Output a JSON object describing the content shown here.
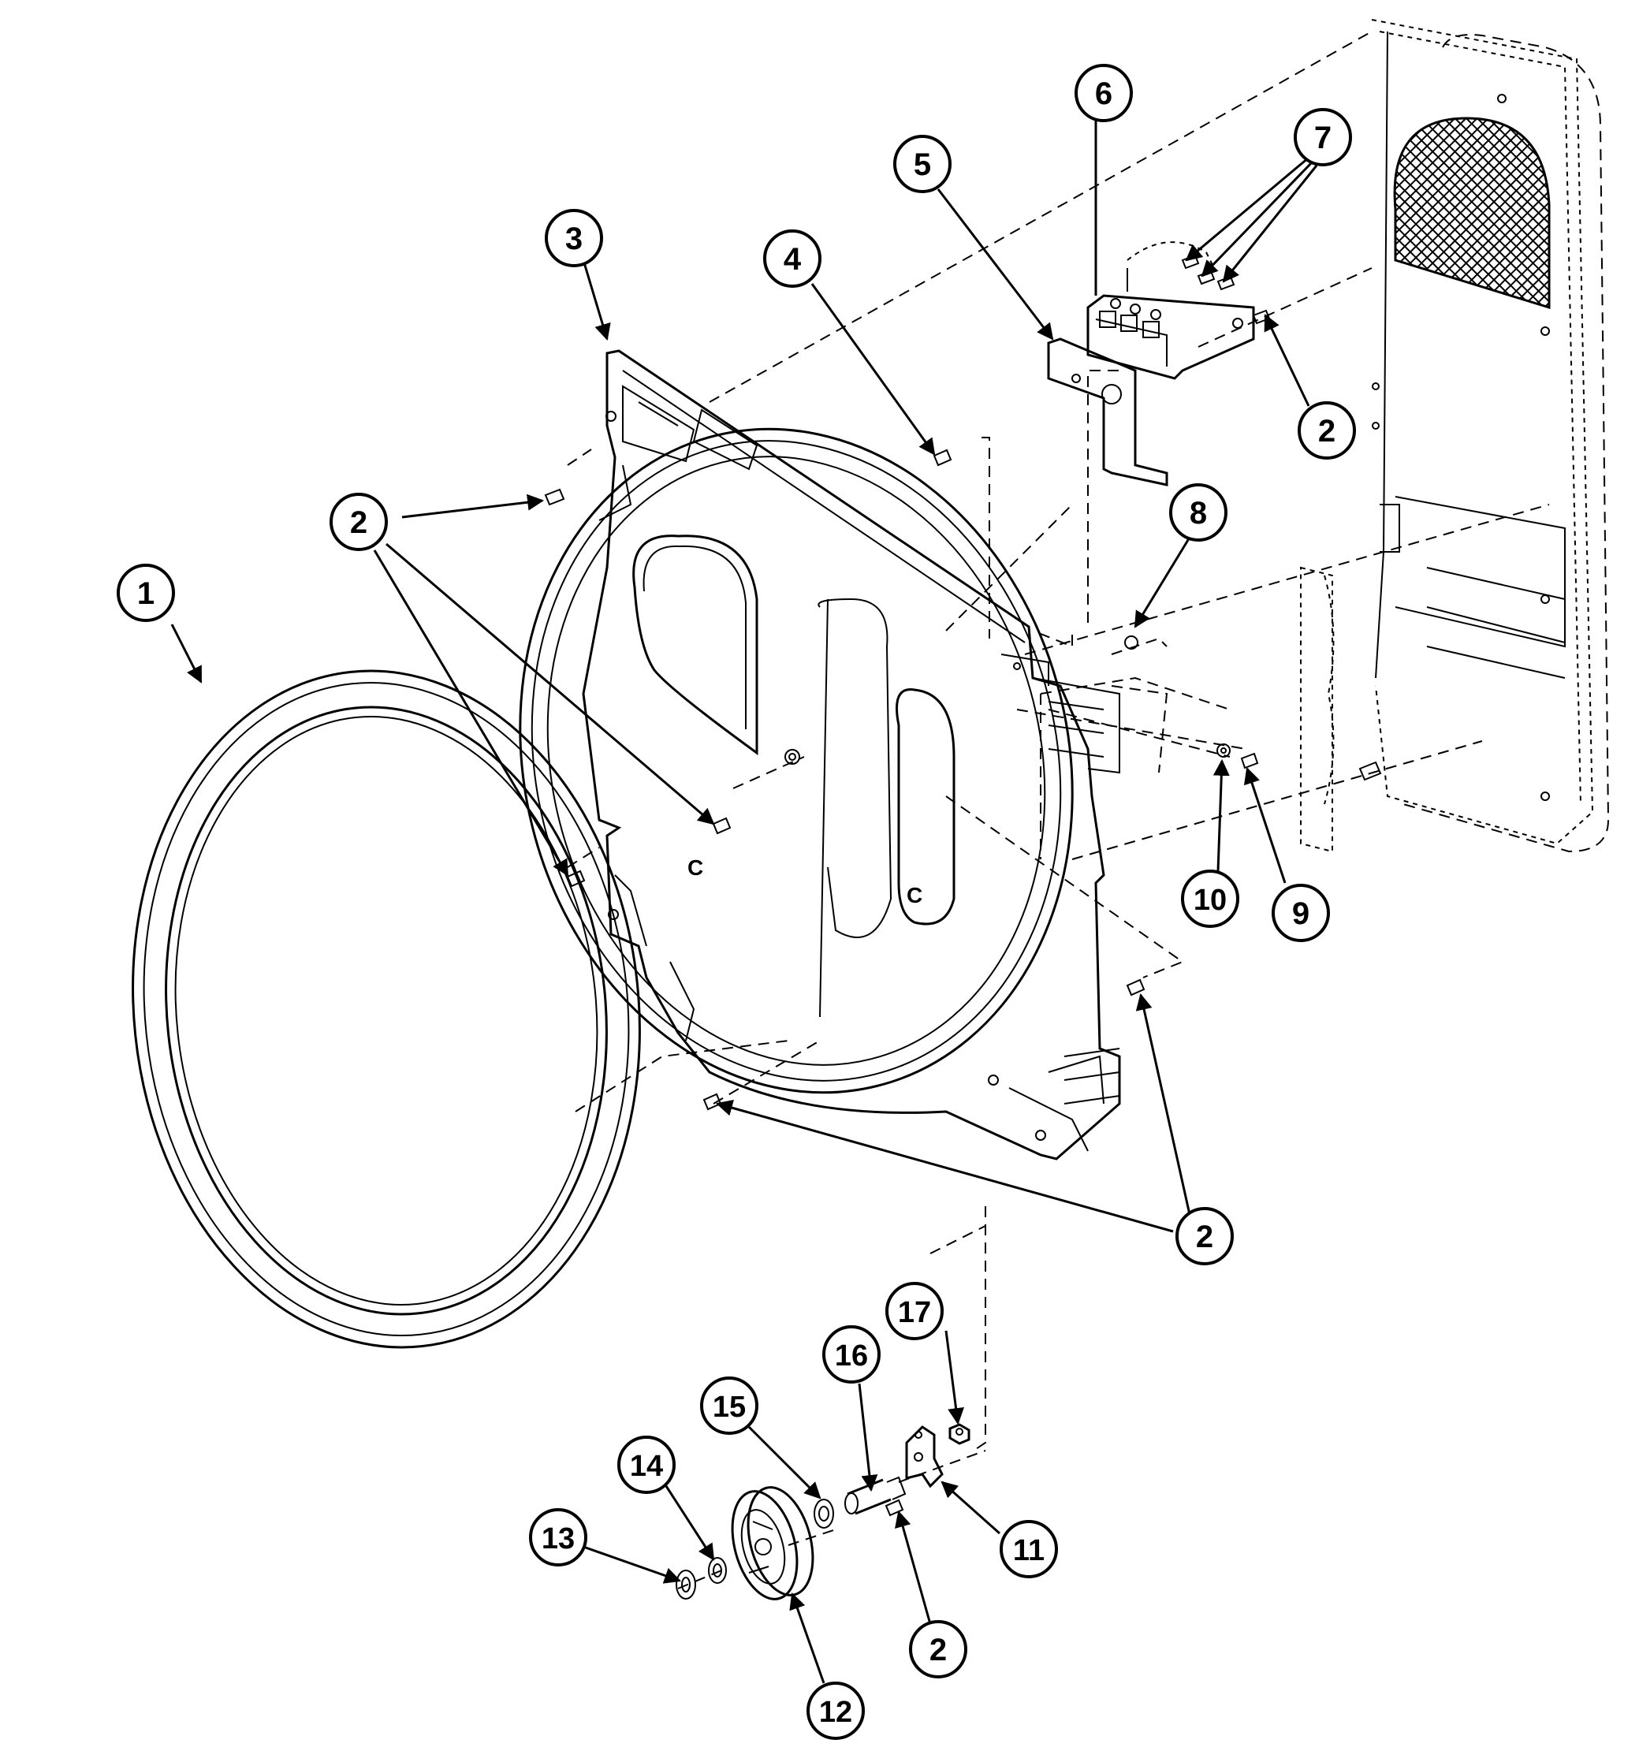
{
  "callouts": [
    {
      "id": "c1",
      "label": "1"
    },
    {
      "id": "c2a",
      "label": "2"
    },
    {
      "id": "c2b",
      "label": "2"
    },
    {
      "id": "c2c",
      "label": "2"
    },
    {
      "id": "c2d",
      "label": "2"
    },
    {
      "id": "c3",
      "label": "3"
    },
    {
      "id": "c4",
      "label": "4"
    },
    {
      "id": "c5",
      "label": "5"
    },
    {
      "id": "c6",
      "label": "6"
    },
    {
      "id": "c7",
      "label": "7"
    },
    {
      "id": "c8",
      "label": "8"
    },
    {
      "id": "c9",
      "label": "9"
    },
    {
      "id": "c10",
      "label": "10"
    },
    {
      "id": "c11",
      "label": "11"
    },
    {
      "id": "c12",
      "label": "12"
    },
    {
      "id": "c13",
      "label": "13"
    },
    {
      "id": "c14",
      "label": "14"
    },
    {
      "id": "c15",
      "label": "15"
    },
    {
      "id": "c16",
      "label": "16"
    },
    {
      "id": "c17",
      "label": "17"
    }
  ],
  "colors": {
    "ink": "#000000",
    "paper": "#ffffff"
  }
}
